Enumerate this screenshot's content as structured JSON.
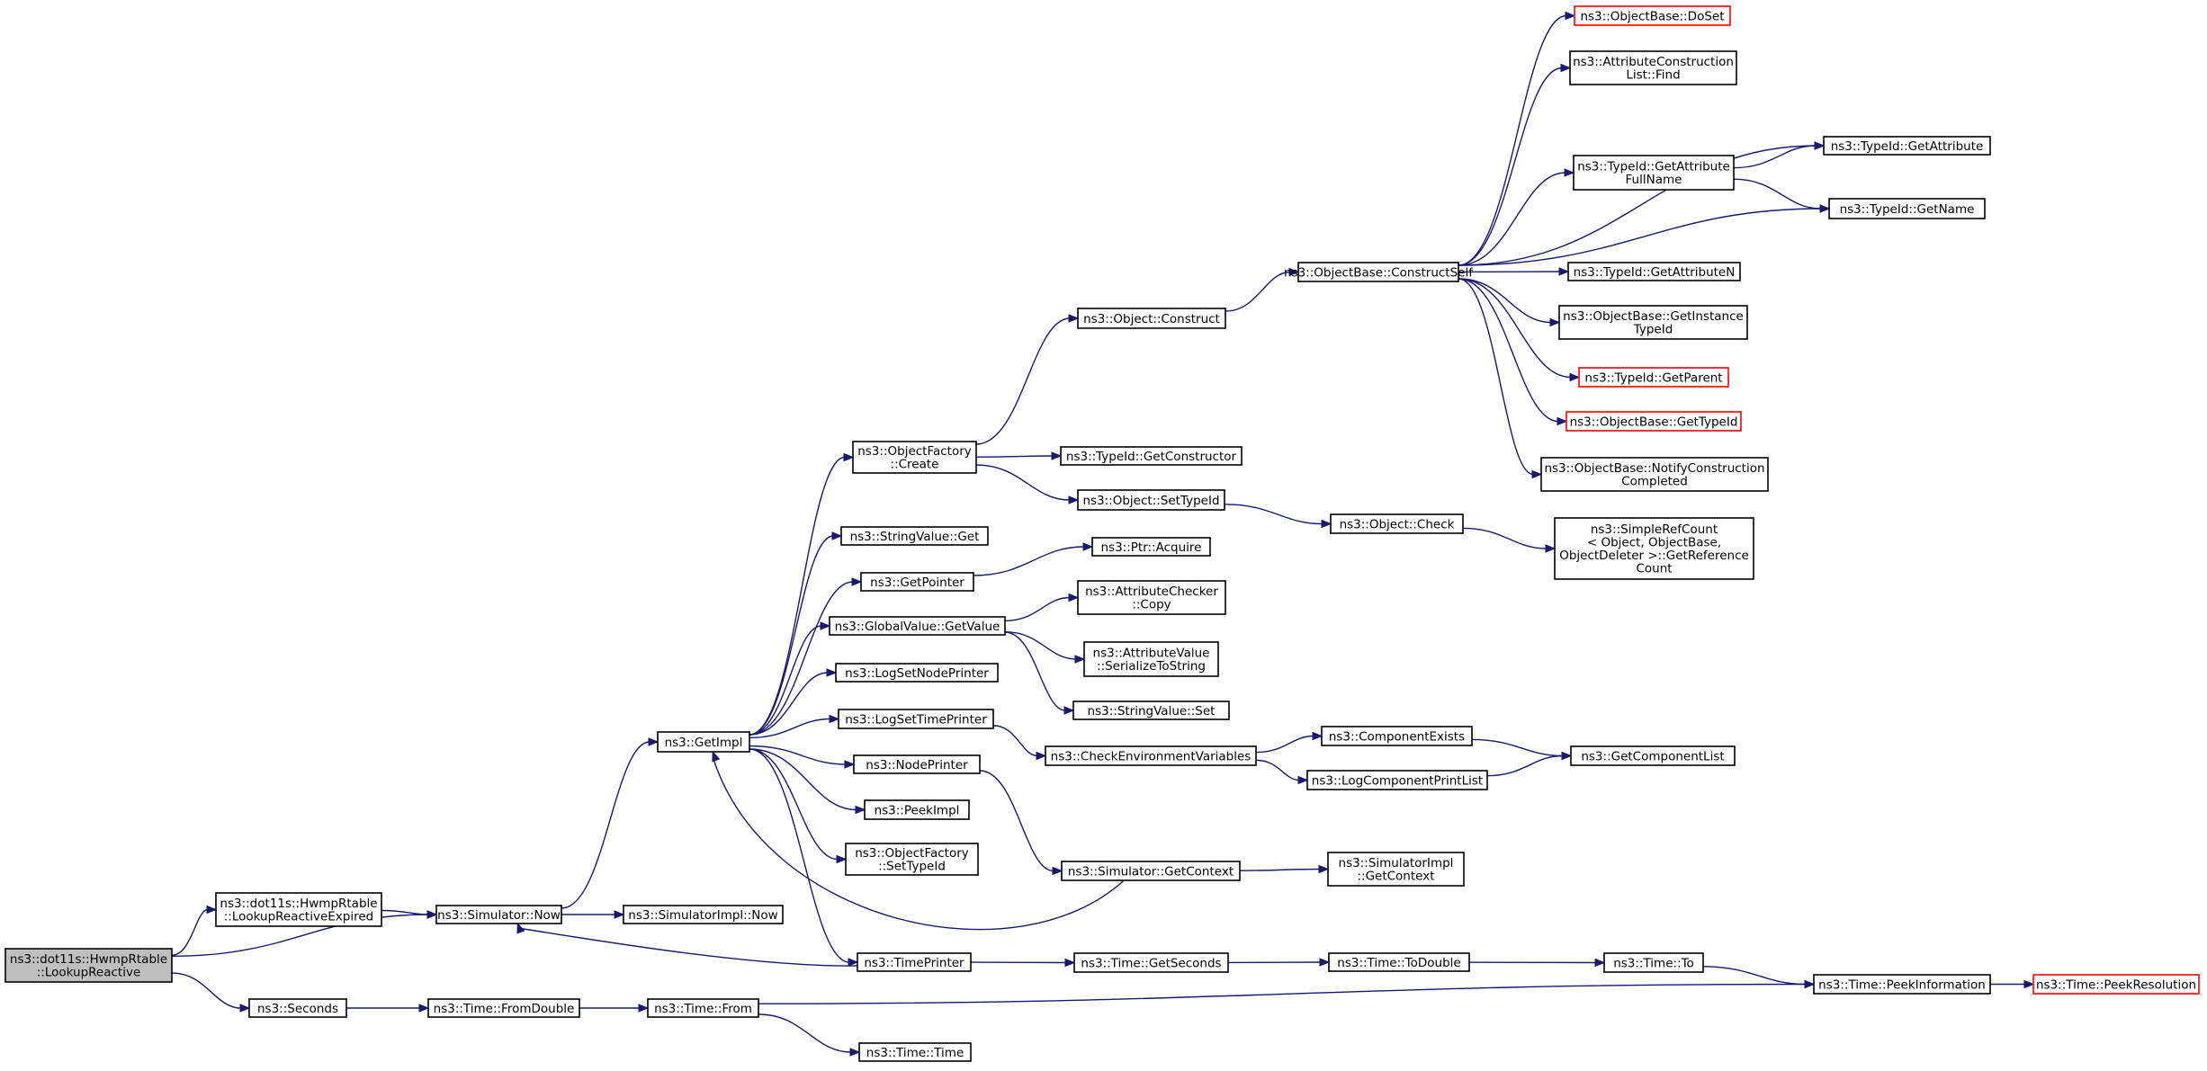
{
  "diagram": {
    "title": "",
    "colors": {
      "edge": "#191970",
      "root_fill": "#bfbfbf",
      "truncated_border": "#ff0000",
      "node_border": "#000000"
    },
    "nodes": [
      {
        "id": "root",
        "lines": [
          "ns3::dot11s::HwmpRtable",
          "::LookupReactive"
        ],
        "kind": "root"
      },
      {
        "id": "expired",
        "lines": [
          "ns3::dot11s::HwmpRtable",
          "::LookupReactiveExpired"
        ]
      },
      {
        "id": "now",
        "lines": [
          "ns3::Simulator::Now"
        ]
      },
      {
        "id": "seconds",
        "lines": [
          "ns3::Seconds"
        ]
      },
      {
        "id": "implnow",
        "lines": [
          "ns3::SimulatorImpl::Now"
        ]
      },
      {
        "id": "getimpl",
        "lines": [
          "ns3::GetImpl"
        ]
      },
      {
        "id": "fromdouble",
        "lines": [
          "ns3::Time::FromDouble"
        ]
      },
      {
        "id": "timefrom",
        "lines": [
          "ns3::Time::From"
        ]
      },
      {
        "id": "timetime",
        "lines": [
          "ns3::Time::Time"
        ]
      },
      {
        "id": "ofcreate",
        "lines": [
          "ns3::ObjectFactory",
          "::Create"
        ]
      },
      {
        "id": "strget",
        "lines": [
          "ns3::StringValue::Get"
        ]
      },
      {
        "id": "getpointer",
        "lines": [
          "ns3::GetPointer"
        ]
      },
      {
        "id": "gvget",
        "lines": [
          "ns3::GlobalValue::GetValue"
        ]
      },
      {
        "id": "lognode",
        "lines": [
          "ns3::LogSetNodePrinter"
        ]
      },
      {
        "id": "logtime",
        "lines": [
          "ns3::LogSetTimePrinter"
        ]
      },
      {
        "id": "nodeprinter",
        "lines": [
          "ns3::NodePrinter"
        ]
      },
      {
        "id": "peekimpl",
        "lines": [
          "ns3::PeekImpl"
        ]
      },
      {
        "id": "ofsettype",
        "lines": [
          "ns3::ObjectFactory",
          "::SetTypeId"
        ]
      },
      {
        "id": "timeprinter",
        "lines": [
          "ns3::TimePrinter"
        ]
      },
      {
        "id": "objconstruct",
        "lines": [
          "ns3::Object::Construct"
        ]
      },
      {
        "id": "getctor",
        "lines": [
          "ns3::TypeId::GetConstructor"
        ]
      },
      {
        "id": "objsettype",
        "lines": [
          "ns3::Object::SetTypeId"
        ]
      },
      {
        "id": "ptracquire",
        "lines": [
          "ns3::Ptr::Acquire"
        ]
      },
      {
        "id": "acopy",
        "lines": [
          "ns3::AttributeChecker",
          "::Copy"
        ]
      },
      {
        "id": "aser",
        "lines": [
          "ns3::AttributeValue",
          "::SerializeToString"
        ]
      },
      {
        "id": "strset",
        "lines": [
          "ns3::StringValue::Set"
        ]
      },
      {
        "id": "checkenv",
        "lines": [
          "ns3::CheckEnvironmentVariables"
        ]
      },
      {
        "id": "getctx",
        "lines": [
          "ns3::Simulator::GetContext"
        ]
      },
      {
        "id": "getsec",
        "lines": [
          "ns3::Time::GetSeconds"
        ]
      },
      {
        "id": "construct",
        "lines": [
          "ns3::ObjectBase::ConstructSelf"
        ]
      },
      {
        "id": "objcheck",
        "lines": [
          "ns3::Object::Check"
        ]
      },
      {
        "id": "compexists",
        "lines": [
          "ns3::ComponentExists"
        ]
      },
      {
        "id": "logcomplist",
        "lines": [
          "ns3::LogComponentPrintList"
        ]
      },
      {
        "id": "implgetctx",
        "lines": [
          "ns3::SimulatorImpl",
          "::GetContext"
        ]
      },
      {
        "id": "todouble",
        "lines": [
          "ns3::Time::ToDouble"
        ]
      },
      {
        "id": "doset",
        "lines": [
          "ns3::ObjectBase::DoSet"
        ],
        "kind": "trunc"
      },
      {
        "id": "aclfind",
        "lines": [
          "ns3::AttributeConstruction",
          "List::Find"
        ]
      },
      {
        "id": "getattrfull",
        "lines": [
          "ns3::TypeId::GetAttribute",
          "FullName"
        ]
      },
      {
        "id": "getattrn",
        "lines": [
          "ns3::TypeId::GetAttributeN"
        ]
      },
      {
        "id": "getinst",
        "lines": [
          "ns3::ObjectBase::GetInstance",
          "TypeId"
        ]
      },
      {
        "id": "getparent",
        "lines": [
          "ns3::TypeId::GetParent"
        ],
        "kind": "trunc"
      },
      {
        "id": "obgettype",
        "lines": [
          "ns3::ObjectBase::GetTypeId"
        ],
        "kind": "trunc"
      },
      {
        "id": "notify",
        "lines": [
          "ns3::ObjectBase::NotifyConstruction",
          "Completed"
        ]
      },
      {
        "id": "simpleref",
        "lines": [
          "ns3::SimpleRefCount",
          "< Object, ObjectBase,",
          "ObjectDeleter >::GetReference",
          "Count"
        ]
      },
      {
        "id": "getcomplist",
        "lines": [
          "ns3::GetComponentList"
        ]
      },
      {
        "id": "timeto",
        "lines": [
          "ns3::Time::To"
        ]
      },
      {
        "id": "getattr",
        "lines": [
          "ns3::TypeId::GetAttribute"
        ]
      },
      {
        "id": "getname",
        "lines": [
          "ns3::TypeId::GetName"
        ]
      },
      {
        "id": "peekinfo",
        "lines": [
          "ns3::Time::PeekInformation"
        ]
      },
      {
        "id": "peekres",
        "lines": [
          "ns3::Time::PeekResolution"
        ],
        "kind": "trunc"
      }
    ],
    "edges": [
      [
        "root",
        "expired"
      ],
      [
        "root",
        "now"
      ],
      [
        "root",
        "seconds"
      ],
      [
        "expired",
        "now"
      ],
      [
        "now",
        "implnow"
      ],
      [
        "now",
        "getimpl"
      ],
      [
        "seconds",
        "fromdouble"
      ],
      [
        "fromdouble",
        "timefrom"
      ],
      [
        "timefrom",
        "timetime"
      ],
      [
        "timefrom",
        "peekinfo"
      ],
      [
        "getimpl",
        "ofcreate"
      ],
      [
        "getimpl",
        "strget"
      ],
      [
        "getimpl",
        "getpointer"
      ],
      [
        "getimpl",
        "gvget"
      ],
      [
        "getimpl",
        "lognode"
      ],
      [
        "getimpl",
        "logtime"
      ],
      [
        "getimpl",
        "nodeprinter"
      ],
      [
        "getimpl",
        "peekimpl"
      ],
      [
        "getimpl",
        "ofsettype"
      ],
      [
        "getimpl",
        "timeprinter"
      ],
      [
        "ofcreate",
        "objconstruct"
      ],
      [
        "ofcreate",
        "getctor"
      ],
      [
        "ofcreate",
        "objsettype"
      ],
      [
        "getpointer",
        "ptracquire"
      ],
      [
        "gvget",
        "acopy"
      ],
      [
        "gvget",
        "aser"
      ],
      [
        "gvget",
        "strset"
      ],
      [
        "logtime",
        "checkenv"
      ],
      [
        "nodeprinter",
        "getctx"
      ],
      [
        "getctx",
        "getimpl"
      ],
      [
        "getctx",
        "implgetctx"
      ],
      [
        "timeprinter",
        "now"
      ],
      [
        "timeprinter",
        "getsec"
      ],
      [
        "objconstruct",
        "construct"
      ],
      [
        "objsettype",
        "objcheck"
      ],
      [
        "checkenv",
        "compexists"
      ],
      [
        "checkenv",
        "logcomplist"
      ],
      [
        "getsec",
        "todouble"
      ],
      [
        "todouble",
        "timeto"
      ],
      [
        "construct",
        "doset"
      ],
      [
        "construct",
        "aclfind"
      ],
      [
        "construct",
        "getattr"
      ],
      [
        "construct",
        "getattrfull"
      ],
      [
        "construct",
        "getname"
      ],
      [
        "construct",
        "getattrn"
      ],
      [
        "construct",
        "getinst"
      ],
      [
        "construct",
        "getparent"
      ],
      [
        "construct",
        "obgettype"
      ],
      [
        "construct",
        "notify"
      ],
      [
        "objcheck",
        "simpleref"
      ],
      [
        "compexists",
        "getcomplist"
      ],
      [
        "logcomplist",
        "getcomplist"
      ],
      [
        "timeto",
        "peekinfo"
      ],
      [
        "getattrfull",
        "getattr"
      ],
      [
        "getattrfull",
        "getname"
      ],
      [
        "peekinfo",
        "peekres"
      ]
    ]
  }
}
